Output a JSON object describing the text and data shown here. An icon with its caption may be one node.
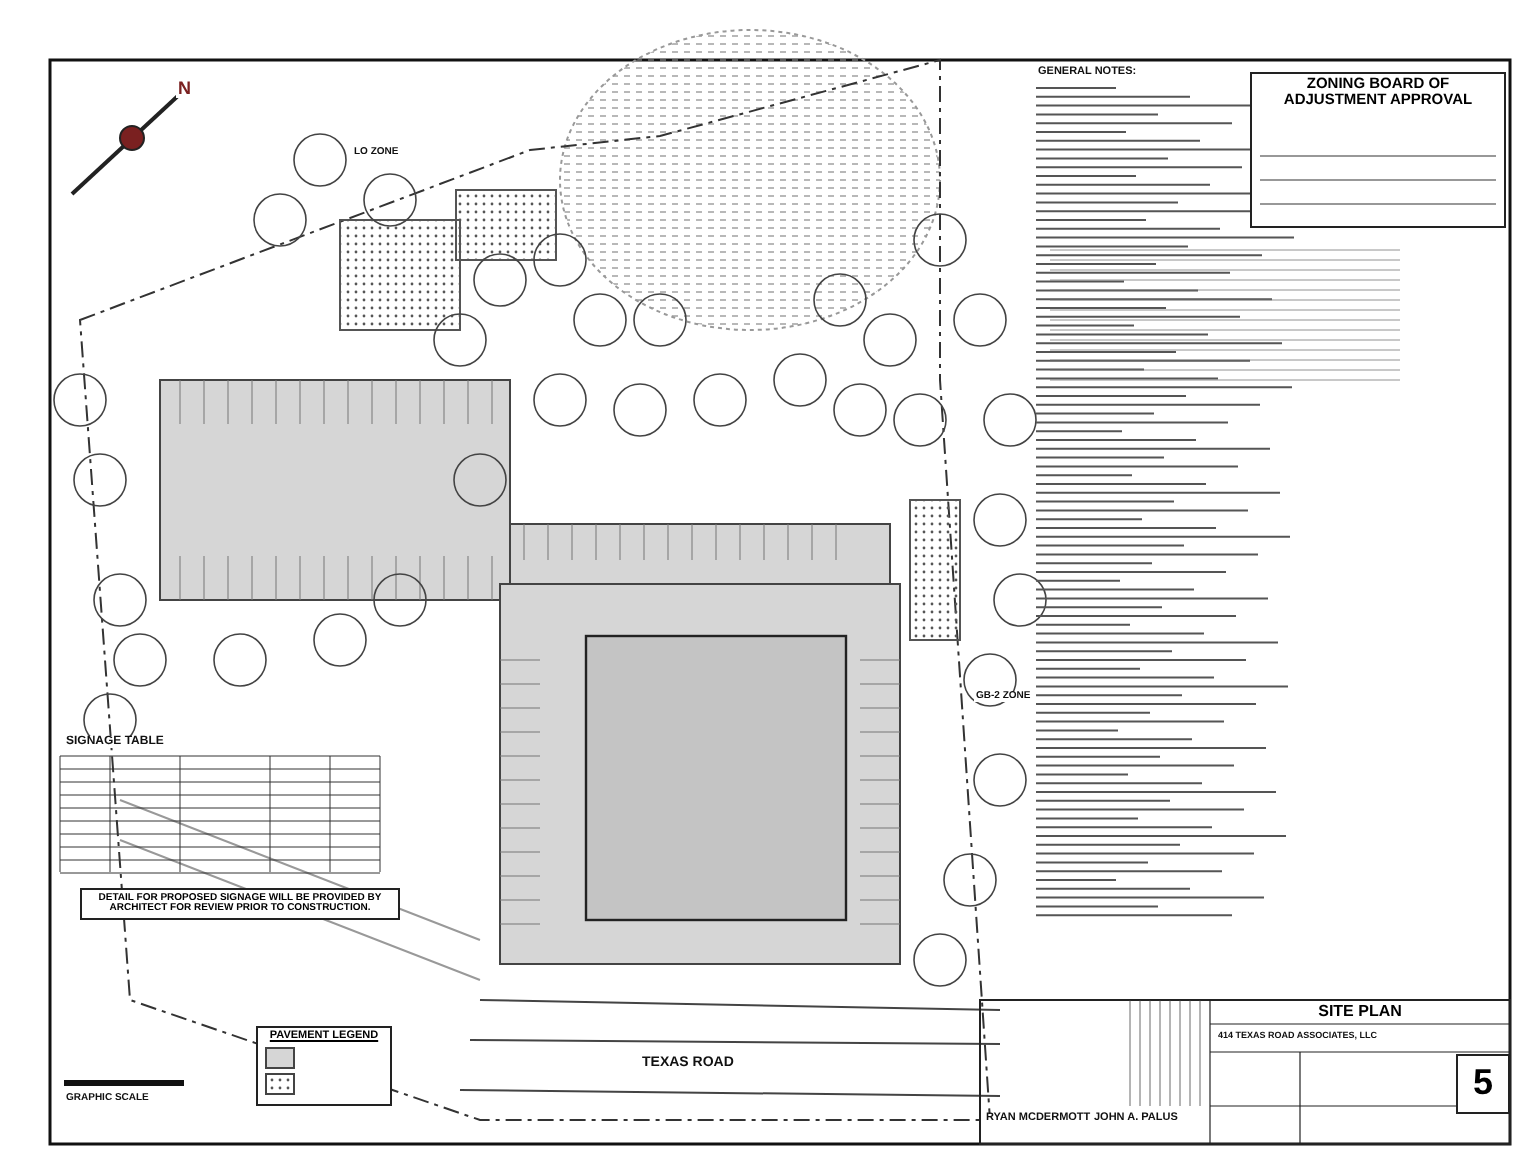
{
  "diagram": {
    "title": "SITE PLAN",
    "nodes": [
      {
        "text": [
          "ZONING BOARD OF ADJUSTMENT APPROVAL"
        ]
      },
      {
        "text": [
          "DETAIL FOR PROPOSED SIGNAGE WILL BE PROVIDED BY ARCHITECT FOR REVIEW PRIOR TO CONSTRUCTION."
        ]
      },
      {
        "text": [
          "PAVEMENT LEGEND"
        ]
      },
      {
        "text": [
          "5"
        ]
      }
    ],
    "labels": [
      "N",
      "LO ZONE",
      "GENERAL NOTES:",
      "SIGNAGE TABLE",
      "GB-2 ZONE",
      "GRAPHIC SCALE",
      "TEXAS ROAD",
      "414 TEXAS ROAD ASSOCIATES, LLC",
      "RYAN MCDERMOTT",
      "JOHN A. PALUS"
    ]
  }
}
